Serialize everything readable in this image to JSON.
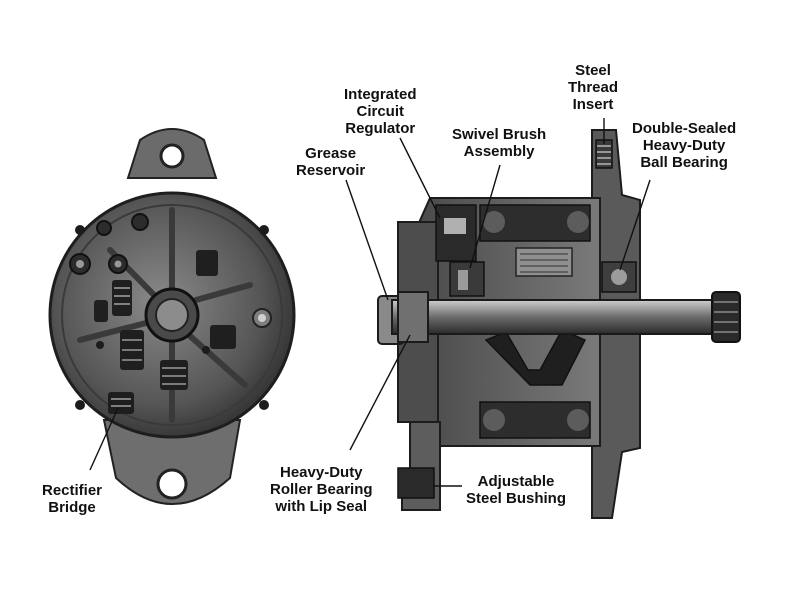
{
  "labels": {
    "steel_thread_insert": [
      "Steel",
      "Thread",
      "Insert"
    ],
    "integrated_circuit_regulator": [
      "Integrated",
      "Circuit",
      "Regulator"
    ],
    "swivel_brush_assembly": [
      "Swivel Brush",
      "Assembly"
    ],
    "double_sealed_ball_bearing": [
      "Double-Sealed",
      "Heavy-Duty",
      "Ball Bearing"
    ],
    "grease_reservoir": [
      "Grease",
      "Reservoir"
    ],
    "rectifier_bridge": [
      "Rectifier",
      "Bridge"
    ],
    "heavy_duty_roller_bearing": [
      "Heavy-Duty",
      "Roller Bearing",
      "with Lip Seal"
    ],
    "adjustable_steel_bushing": [
      "Adjustable",
      "Steel Bushing"
    ]
  },
  "colors": {
    "ink": "#111111",
    "metal_dark": "#2b2b2b",
    "metal_mid": "#6a6a6a",
    "metal_light": "#a8a8a8",
    "background": "#ffffff"
  }
}
